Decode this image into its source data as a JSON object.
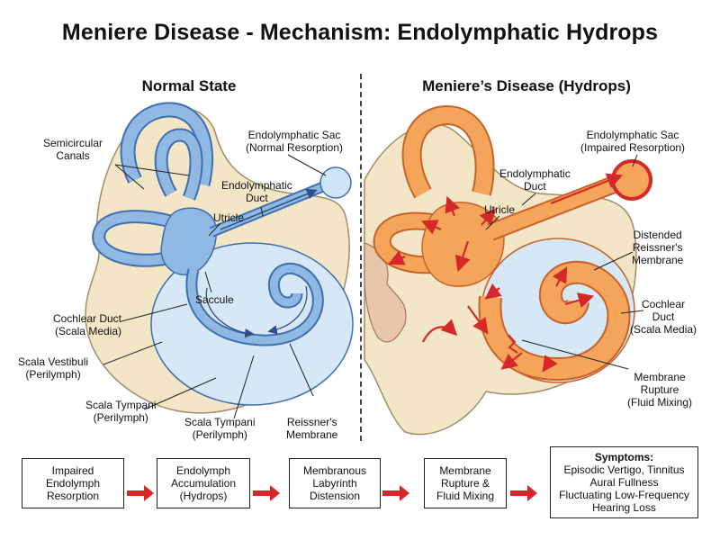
{
  "title": "Meniere Disease - Mechanism: Endolymphatic Hydrops",
  "panels": {
    "left_title": "Normal State",
    "right_title": "Meniere’s Disease (Hydrops)"
  },
  "labels_left": {
    "semicircular": [
      "Semicircular",
      "Canals"
    ],
    "endo_sac": [
      "Endolymphatic Sac",
      "(Normal Resorption)"
    ],
    "endo_duct": [
      "Endolymphatic",
      "Duct"
    ],
    "utricle": "Utricle",
    "saccule": "Saccule",
    "cochlear_duct": [
      "Cochlear Duct",
      "(Scala Media)"
    ],
    "scala_vestibuli": [
      "Scala Vestibuli",
      "(Perilymph)"
    ],
    "scala_tympani_a": [
      "Scala Tympani",
      "(Perilymph)"
    ],
    "scala_tympani_b": [
      "Scala Tympani",
      "(Perilymph)"
    ],
    "reissner": [
      "Reissner's",
      "Membrane"
    ]
  },
  "labels_right": {
    "endo_sac": [
      "Endolymphatic Sac",
      "(Impaired Resorption)"
    ],
    "endo_duct": [
      "Endolymphatic",
      "Duct"
    ],
    "utricle": "Utricle",
    "distended": [
      "Distended",
      "Reissner's",
      "Membrane"
    ],
    "cochlear_duct": [
      "Cochlear",
      "Duct",
      "(Scala Media)"
    ],
    "rupture": [
      "Membrane",
      "Rupture",
      "(Fluid Mixing)"
    ]
  },
  "flow": [
    "Impaired\nEndolymph\nResorption",
    "Endolymph\nAccumulation\n(Hydrops)",
    "Membranous\nLabyrinth\nDistension",
    "Membrane\nRupture &\nFluid Mixing"
  ],
  "symptoms": {
    "title": "Symptoms:",
    "lines": [
      "Episodic Vertigo, Tinnitus",
      "Aural Fullness",
      "Fluctuating Low-Frequency",
      "Hearing Loss"
    ]
  },
  "colors": {
    "normal_fill": "#8fb9e3",
    "normal_stroke": "#3f6fb0",
    "hydrops_fill": "#f5a55a",
    "hydrops_stroke": "#c9622a",
    "bone": "#f3e6c6",
    "perilymph": "#d6e8f6",
    "arrow_red": "#d62828"
  }
}
